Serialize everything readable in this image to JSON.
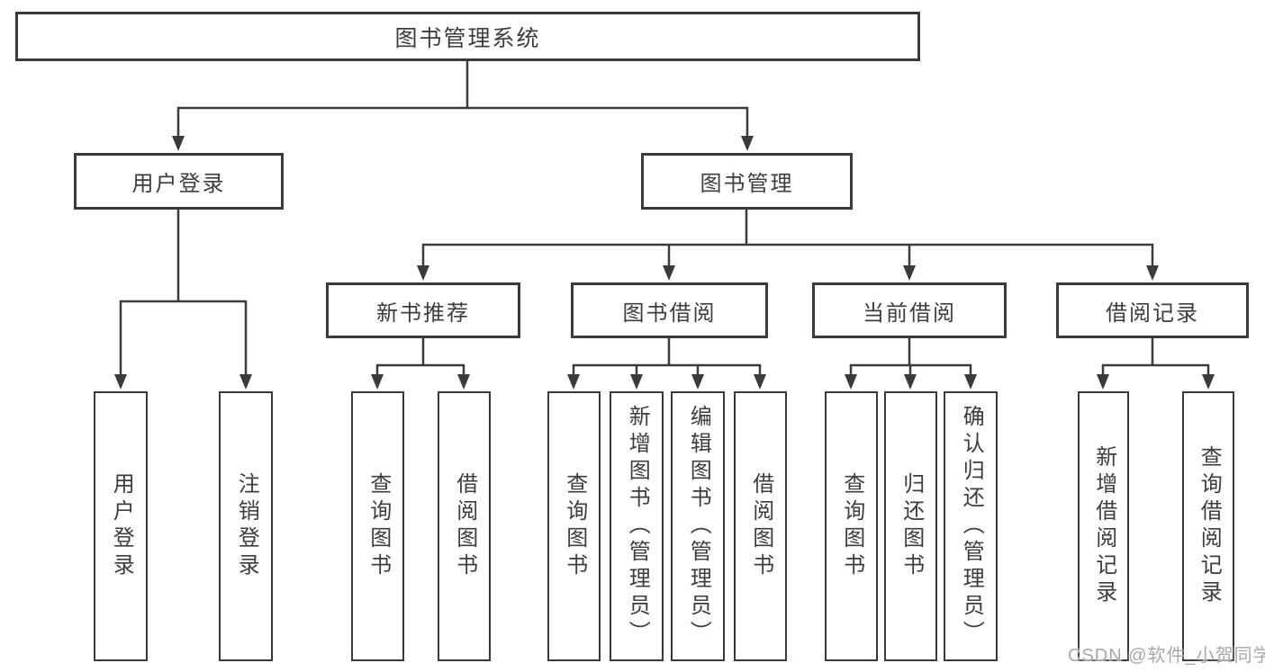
{
  "tree": {
    "label": "图书管理系统",
    "children": [
      {
        "label": "用户登录",
        "children": [
          {
            "label": "用户登录"
          },
          {
            "label": "注销登录"
          }
        ]
      },
      {
        "label": "图书管理",
        "children": [
          {
            "label": "新书推荐",
            "children": [
              {
                "label": "查询图书"
              },
              {
                "label": "借阅图书"
              }
            ]
          },
          {
            "label": "图书借阅",
            "children": [
              {
                "label": "查询图书"
              },
              {
                "label": "新增图书（管理员）"
              },
              {
                "label": "编辑图书（管理员）"
              },
              {
                "label": "借阅图书"
              }
            ]
          },
          {
            "label": "当前借阅",
            "children": [
              {
                "label": "查询图书"
              },
              {
                "label": "归还图书"
              },
              {
                "label": "确认归还（管理员）"
              }
            ]
          },
          {
            "label": "借阅记录",
            "children": [
              {
                "label": "新增借阅记录"
              },
              {
                "label": "查询借阅记录"
              }
            ]
          }
        ]
      }
    ]
  },
  "watermark": {
    "text": "CSDN @软件_小贺同学"
  },
  "colors": {
    "line": "#3b3b3b",
    "border": "#3a3a3a",
    "text": "#3d3d3d",
    "box_bg": "#ffffff",
    "watermark": "#a8a8a8"
  }
}
